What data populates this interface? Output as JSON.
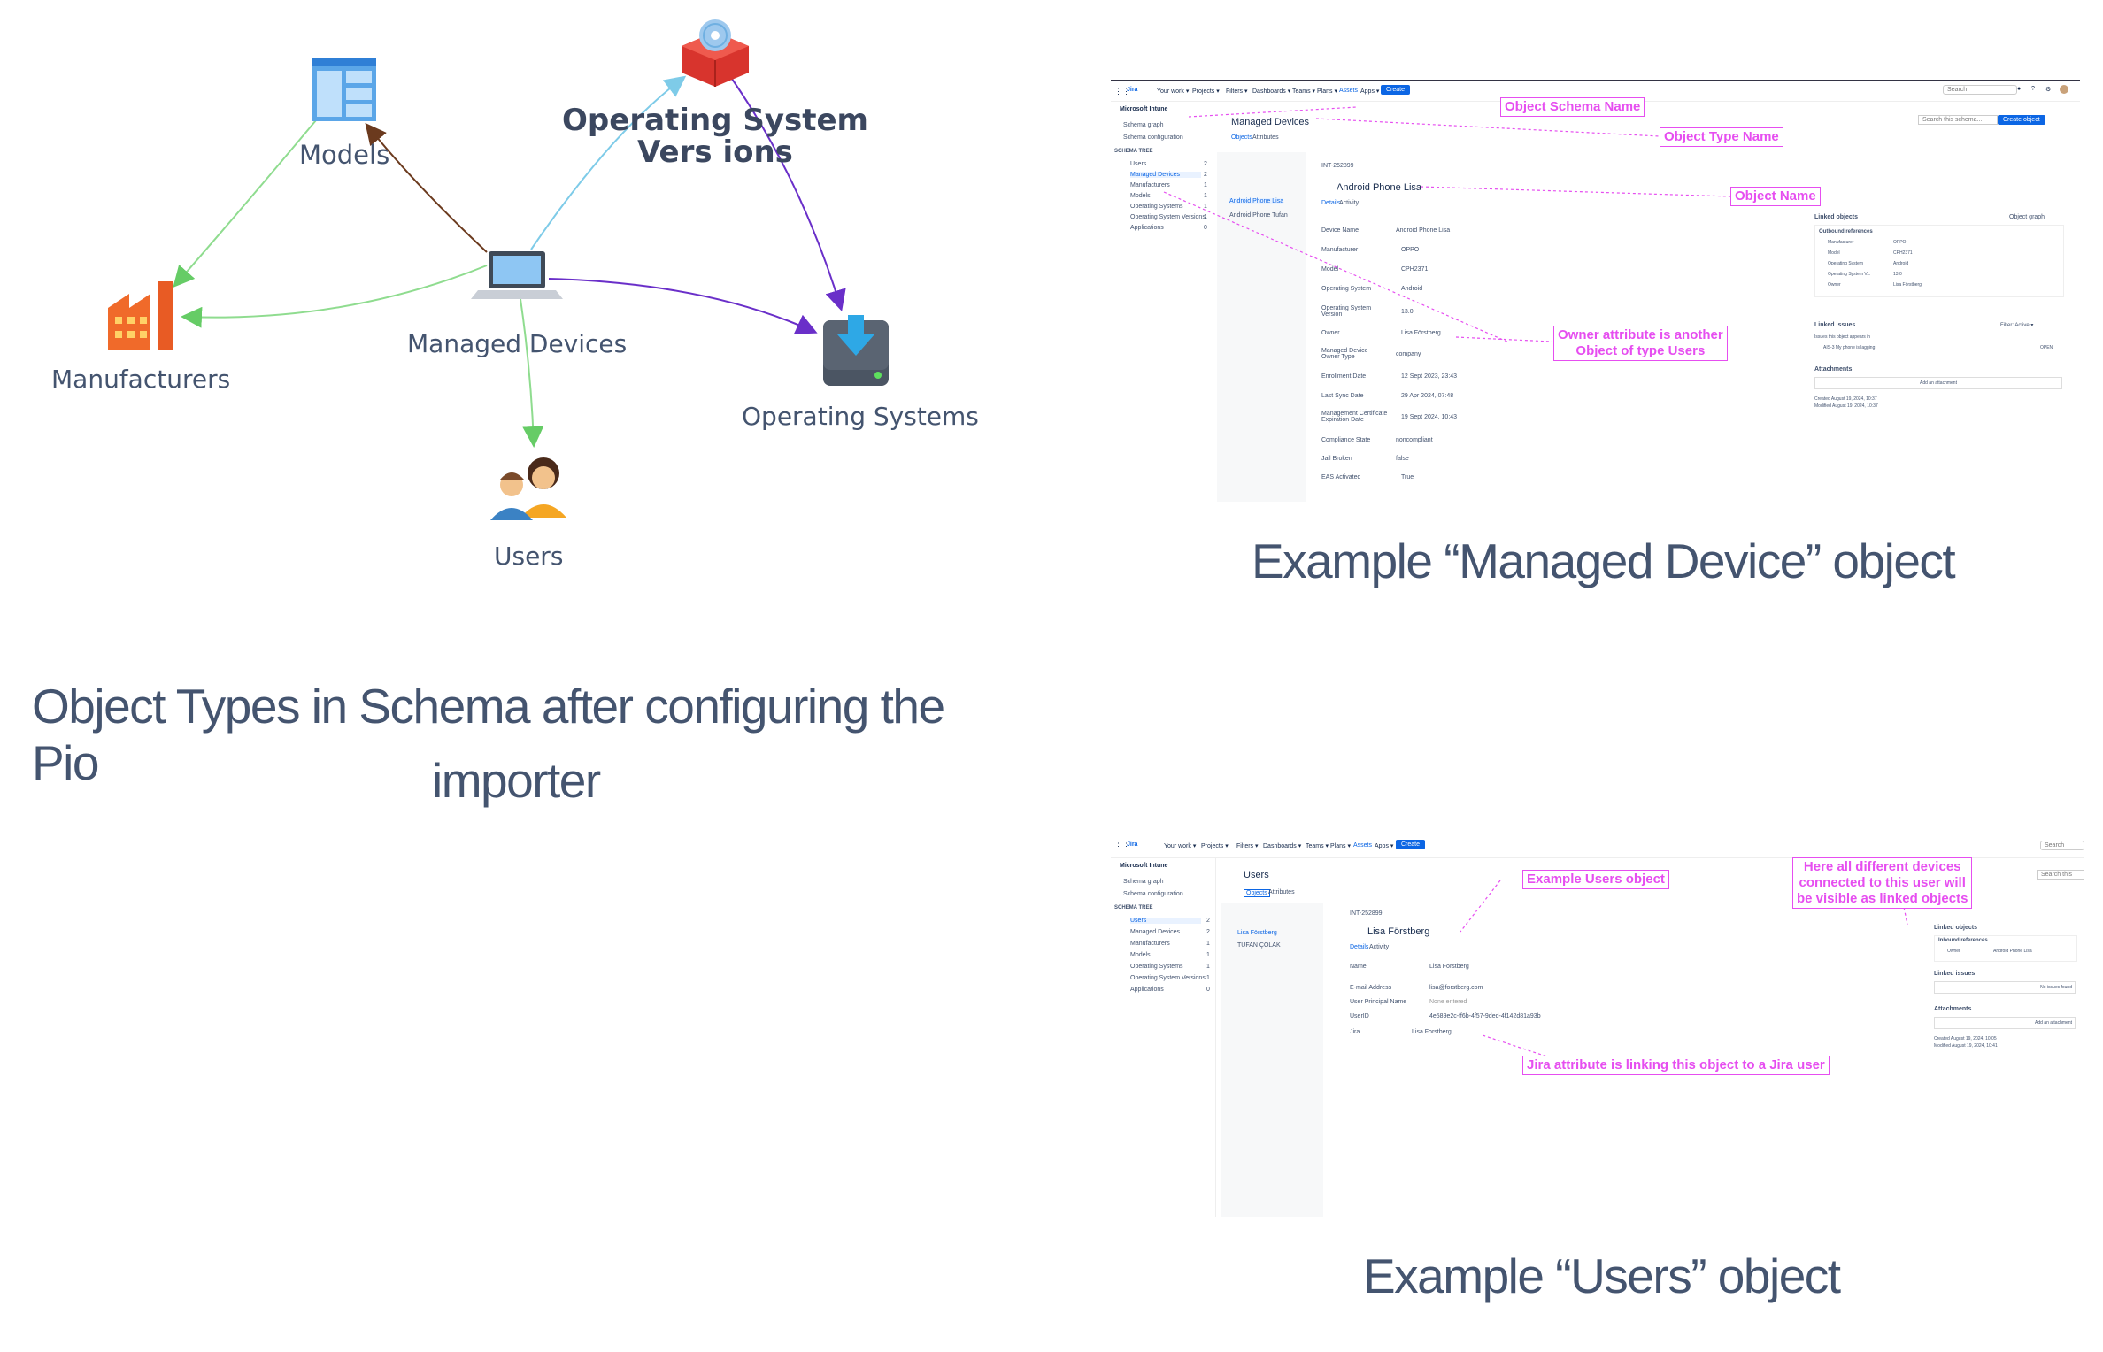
{
  "diagram": {
    "nodes": {
      "models": "Models",
      "os_versions": "Operating System Vers ions",
      "manufacturers": "Manufacturers",
      "managed_devices": "Managed Devices",
      "operating_systems": "Operating Systems",
      "users": "Users"
    },
    "caption_line1": "Object Types in Schema after configuring the Pio",
    "caption_line2": "importer"
  },
  "captions": {
    "managed_device": "Example “Managed Device” object",
    "users": "Example “Users” object"
  },
  "topbar": {
    "product": "Jira",
    "nav": [
      "Your work ▾",
      "Projects ▾",
      "Filters ▾",
      "Dashboards ▾",
      "Teams ▾",
      "Plans ▾",
      "Assets",
      "Apps ▾"
    ],
    "create": "Create",
    "search": "Search"
  },
  "sidebar": {
    "schema": "Microsoft Intune",
    "schema_graph": "Schema graph",
    "schema_config": "Schema configuration",
    "tree_header": "SCHEMA TREE",
    "items": [
      {
        "label": "Users",
        "count": "2"
      },
      {
        "label": "Managed Devices",
        "count": "2"
      },
      {
        "label": "Manufacturers",
        "count": "1"
      },
      {
        "label": "Models",
        "count": "1"
      },
      {
        "label": "Operating Systems",
        "count": "1"
      },
      {
        "label": "Operating System Versions",
        "count": "1"
      },
      {
        "label": "Applications",
        "count": "0"
      }
    ]
  },
  "device_shot": {
    "object_type": "Managed Devices",
    "tabs": [
      "Objects",
      "Attributes"
    ],
    "list": [
      "Android Phone Lisa",
      "Android Phone Tufan"
    ],
    "object_key": "INT-252899",
    "object_name": "Android Phone Lisa",
    "detail_tabs": [
      "Details",
      "Activity"
    ],
    "attributes": [
      {
        "name": "Device Name",
        "value": "Android Phone Lisa"
      },
      {
        "name": "Manufacturer",
        "value": "OPPO"
      },
      {
        "name": "Model",
        "value": "CPH2371"
      },
      {
        "name": "Operating System",
        "value": "Android"
      },
      {
        "name": "Operating System Version",
        "value": "13.0"
      },
      {
        "name": "Owner",
        "value": "Lisa Förstberg"
      },
      {
        "name": "Managed Device Owner Type",
        "value": "company"
      },
      {
        "name": "Enrollment Date",
        "value": "12 Sept 2023, 23:43"
      },
      {
        "name": "Last Sync Date",
        "value": "29 Apr 2024, 07:48"
      },
      {
        "name": "Management Certificate Expiration Date",
        "value": "19 Sept 2024, 10:43"
      },
      {
        "name": "Compliance State",
        "value": "noncompliant"
      },
      {
        "name": "Jail Broken",
        "value": "false"
      },
      {
        "name": "EAS Activated",
        "value": "True"
      }
    ],
    "search_schema": "Search this schema...",
    "create_object": "Create object",
    "linked_objects": "Linked objects",
    "object_graph": "Object graph",
    "outbound": "Outbound references",
    "linked_refs": [
      {
        "name": "Manufacturer",
        "value": "OPPO"
      },
      {
        "name": "Model",
        "value": "CPH2371"
      },
      {
        "name": "Operating System",
        "value": "Android"
      },
      {
        "name": "Operating System V...",
        "value": "13.0"
      },
      {
        "name": "Owner",
        "value": "Lisa Förstberg"
      }
    ],
    "linked_issues": "Linked issues",
    "filter_active": "Filter: Active ▾",
    "issue_note": "Issues this object appears in",
    "issue_text": "AIS-3  My phone is lagging",
    "issue_status": "OPEN",
    "attachments": "Attachments",
    "add_attachment": "Add an attachment",
    "created": "Created August 19, 2024, 10:37",
    "modified": "Modified August 19, 2024, 10:37",
    "annotations": {
      "schema_name": "Object Schema Name",
      "type_name": "Object Type Name",
      "object_name": "Object Name",
      "owner_line1": "Owner attribute is another",
      "owner_line2": "Object of type Users"
    }
  },
  "user_shot": {
    "object_type": "Users",
    "tabs": [
      "Objects",
      "Attributes"
    ],
    "list": [
      "Lisa Förstberg",
      "TUFAN ÇOLAK"
    ],
    "object_key": "INT-252899",
    "object_name": "Lisa Förstberg",
    "detail_tabs": [
      "Details",
      "Activity"
    ],
    "attributes": [
      {
        "name": "Name",
        "value": "Lisa Förstberg"
      },
      {
        "name": "E-mail Address",
        "value": "lisa@forstberg.com"
      },
      {
        "name": "User Principal Name",
        "value": "None entered"
      },
      {
        "name": "UserID",
        "value": "4e589e2c-ff6b-4f57-9ded-4f142d81a93b"
      },
      {
        "name": "Jira",
        "value": "Lisa Forstberg"
      }
    ],
    "search_schema": "Search this",
    "linked_objects": "Linked objects",
    "inbound": "Inbound references",
    "inbound_ref": {
      "name": "Owner",
      "value": "Android Phone Lisa"
    },
    "linked_issues": "Linked issues",
    "no_issues": "No issues found",
    "attachments": "Attachments",
    "add_attachment": "Add an attachment",
    "created": "Created August 19, 2024, 10:05",
    "modified": "Modified August 19, 2024, 10:41",
    "annotations": {
      "example_users": "Example Users object",
      "devices_line1": "Here all different devices",
      "devices_line2": "connected to this user will",
      "devices_line3": "be visible as linked objects",
      "jira_attr": "Jira attribute is linking this object to a Jira user"
    }
  }
}
